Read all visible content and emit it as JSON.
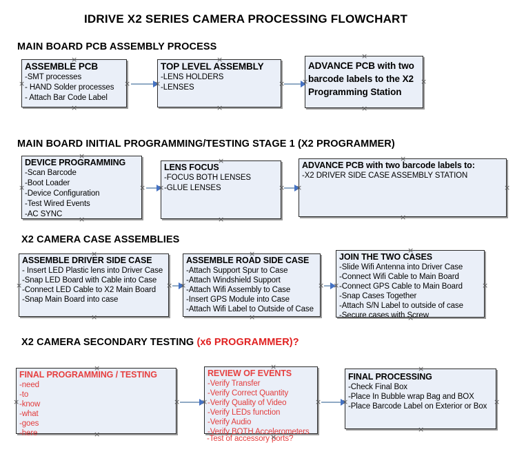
{
  "document": {
    "title": "IDRIVE X2  SERIES CAMERA PROCESSING FLOWCHART"
  },
  "colors": {
    "box_fill": "#eaeff8",
    "box_border": "#2a2a2a",
    "connector": "#8fa9c4",
    "arrowhead": "#4472c4",
    "accent_red": "#e23b3b",
    "text": "#000000"
  },
  "sections": [
    {
      "heading": "MAIN BOARD PCB ASSEMBLY PROCESS",
      "heading_accent": "",
      "boxes": [
        {
          "title": "ASSEMBLE PCB",
          "lines": [
            "-SMT processes",
            "- HAND Solder processes",
            "- Attach Bar Code Label"
          ]
        },
        {
          "title": "TOP LEVEL ASSEMBLY",
          "lines": [
            "-LENS HOLDERS",
            "-LENSES"
          ]
        },
        {
          "title": "ADVANCE PCB with two barcode labels to the  X2 Programming Station",
          "lines": []
        }
      ]
    },
    {
      "heading": "MAIN BOARD INITIAL PROGRAMMING/TESTING STAGE 1 (X2 PROGRAMMER)",
      "heading_accent": "",
      "boxes": [
        {
          "title": "DEVICE PROGRAMMING",
          "lines": [
            "-Scan Barcode",
            "-Boot Loader",
            "-Device Configuration",
            "-Test Wired Events",
            "-AC SYNC"
          ]
        },
        {
          "title": "LENS FOCUS",
          "lines": [
            "-FOCUS BOTH LENSES",
            "-GLUE LENSES"
          ]
        },
        {
          "title": "ADVANCE PCB with two barcode labels to:",
          "lines": [
            "-X2 DRIVER  SIDE  CASE  ASSEMBLY STATION"
          ]
        }
      ]
    },
    {
      "heading": "X2 CAMERA CASE ASSEMBLIES",
      "heading_accent": "",
      "boxes": [
        {
          "title": "ASSEMBLE DRIVER SIDE CASE",
          "lines": [
            "- Insert LED Plastic lens into Driver Case",
            "-Snap LED Board with Cable into Case",
            "-Connect LED Cable to X2 Main Board",
            "-Snap Main Board into case"
          ]
        },
        {
          "title": "ASSEMBLE ROAD SIDE CASE",
          "lines": [
            "-Attach Support Spur to Case",
            "-Attach Windshield Support",
            "-Attach Wifi Assembly to Case",
            "-Insert GPS Module into Case",
            "-Attach Wifi Label to Outside of Case"
          ]
        },
        {
          "title": "JOIN THE TWO CASES",
          "lines": [
            "-Slide Wifi Antenna into Driver Case",
            "-Connect Wifi Cable to Main Board",
            "-Connect GPS Cable to Main Board",
            "-Snap Cases Together",
            "-Attach S/N Label to outside of case",
            "-Secure cases with Screw"
          ]
        }
      ]
    },
    {
      "heading": "X2 CAMERA SECONDARY TESTING ",
      "heading_accent": "(x6 PROGRAMMER)?",
      "boxes": [
        {
          "title": "FINAL PROGRAMMING / TESTING",
          "lines": [
            "-need",
            "-to",
            "-know",
            "-what",
            "-goes",
            "-here"
          ]
        },
        {
          "title": "REVIEW OF EVENTS",
          "lines": [
            "-Verify Transfer",
            "-Verify Correct Quantity",
            "-Verify Quality of Video",
            "-Verify LEDs function",
            "-Verify Audio",
            "-Verify BOTH Accelerometers"
          ],
          "overflow_line": "-Test of accessory ports?"
        },
        {
          "title": "FINAL PROCESSING",
          "lines": [
            " -Check Final Box",
            "-Place In Bubble wrap Bag and BOX",
            "-Place Barcode Label on Exterior or Box"
          ]
        }
      ]
    }
  ]
}
